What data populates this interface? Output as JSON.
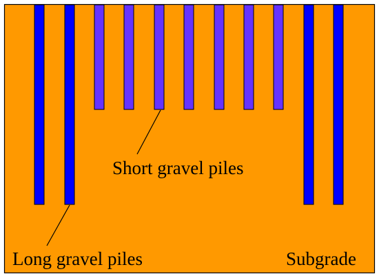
{
  "labels": {
    "short_piles": "Short gravel piles",
    "long_piles": "Long gravel piles",
    "subgrade": "Subgrade"
  },
  "colors": {
    "subgrade": "#FF9900",
    "long_pile": "#0000FF",
    "short_pile": "#6633FF",
    "outline": "#000000"
  },
  "piles": {
    "long_count": 4,
    "short_count": 7
  }
}
